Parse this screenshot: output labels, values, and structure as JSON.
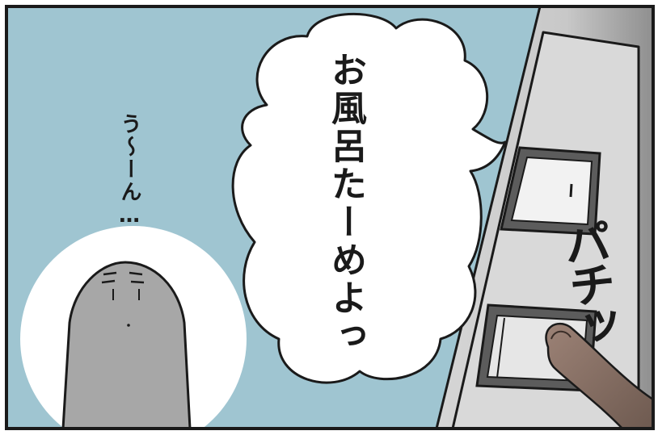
{
  "speech_bubble": {
    "text": "お風呂たーめよっ"
  },
  "thought": {
    "text": "う〜ーん…"
  },
  "sound_effect": {
    "text": "パチッ"
  },
  "colors": {
    "wall": "#9fc5d1",
    "panel_border": "#1a1a1a",
    "switch_plate": "#d7d7d7",
    "character_body": "#a7a7a7",
    "finger": "#8c7468",
    "bubble": "#ffffff"
  }
}
